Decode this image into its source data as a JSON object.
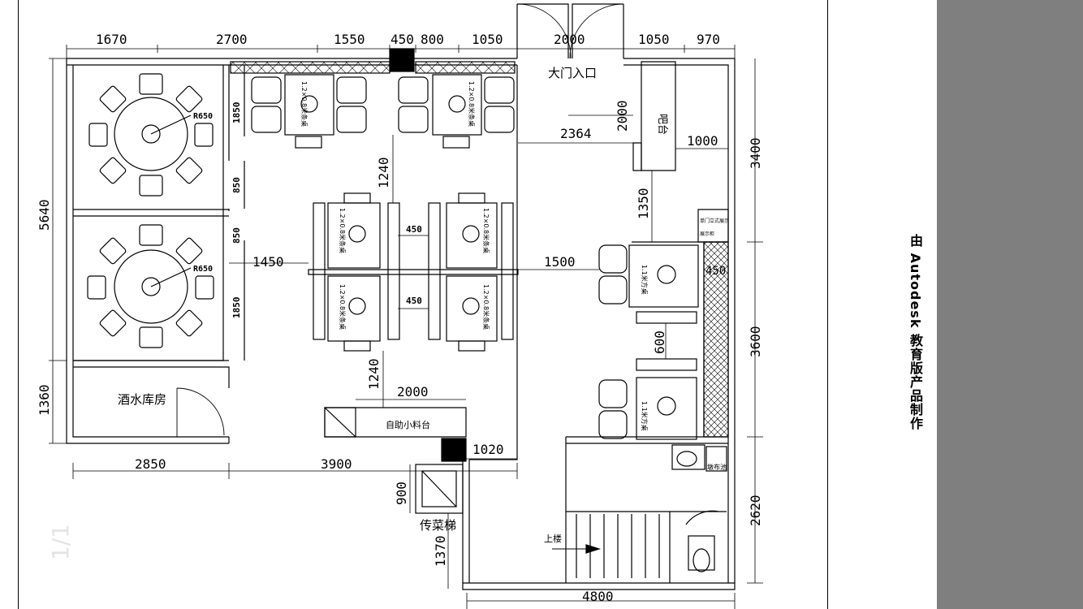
{
  "top_dims": [
    "1670",
    "2700",
    "1550",
    "450",
    "800",
    "1050",
    "2000",
    "1050",
    "970"
  ],
  "left_dims": [
    "5640",
    "1360"
  ],
  "right_dims": [
    "3400",
    "3600",
    "2620"
  ],
  "bottom_dims": [
    "2850",
    "3900",
    "4800"
  ],
  "inner_dims": {
    "d1850a": "1850",
    "d850a": "850",
    "d850b": "850",
    "d1850b": "1850",
    "d1240a": "1240",
    "d1240b": "1240",
    "d450a": "450",
    "d450b": "450",
    "d1450": "1450",
    "d1500": "1500",
    "d2364": "2364",
    "d2000a": "2000",
    "d1000": "1000",
    "d1350": "1350",
    "d2000b": "2000",
    "d1020": "1020",
    "d900": "900",
    "d1370": "1370",
    "d600": "600",
    "d450c": "450"
  },
  "radius_labels": [
    "R650",
    "R650"
  ],
  "table_labels": {
    "rect": "1.2×0.8米条桌",
    "square": "1.1米方桌"
  },
  "rooms": {
    "wine_storage": "酒水库房",
    "entrance": "大门入口",
    "bar": "吧台",
    "buffet": "自助小料台",
    "dumbwaiter": "传菜梯",
    "upstairs": "上楼",
    "mop_pool": "墩布池",
    "note": "单门立式展示",
    "note2": "展示柜"
  },
  "watermark": "由 Autodesk 教育版产品制作",
  "page_number": "1/1",
  "colors": {
    "panel": "#7f7f7f",
    "line": "#000000"
  }
}
